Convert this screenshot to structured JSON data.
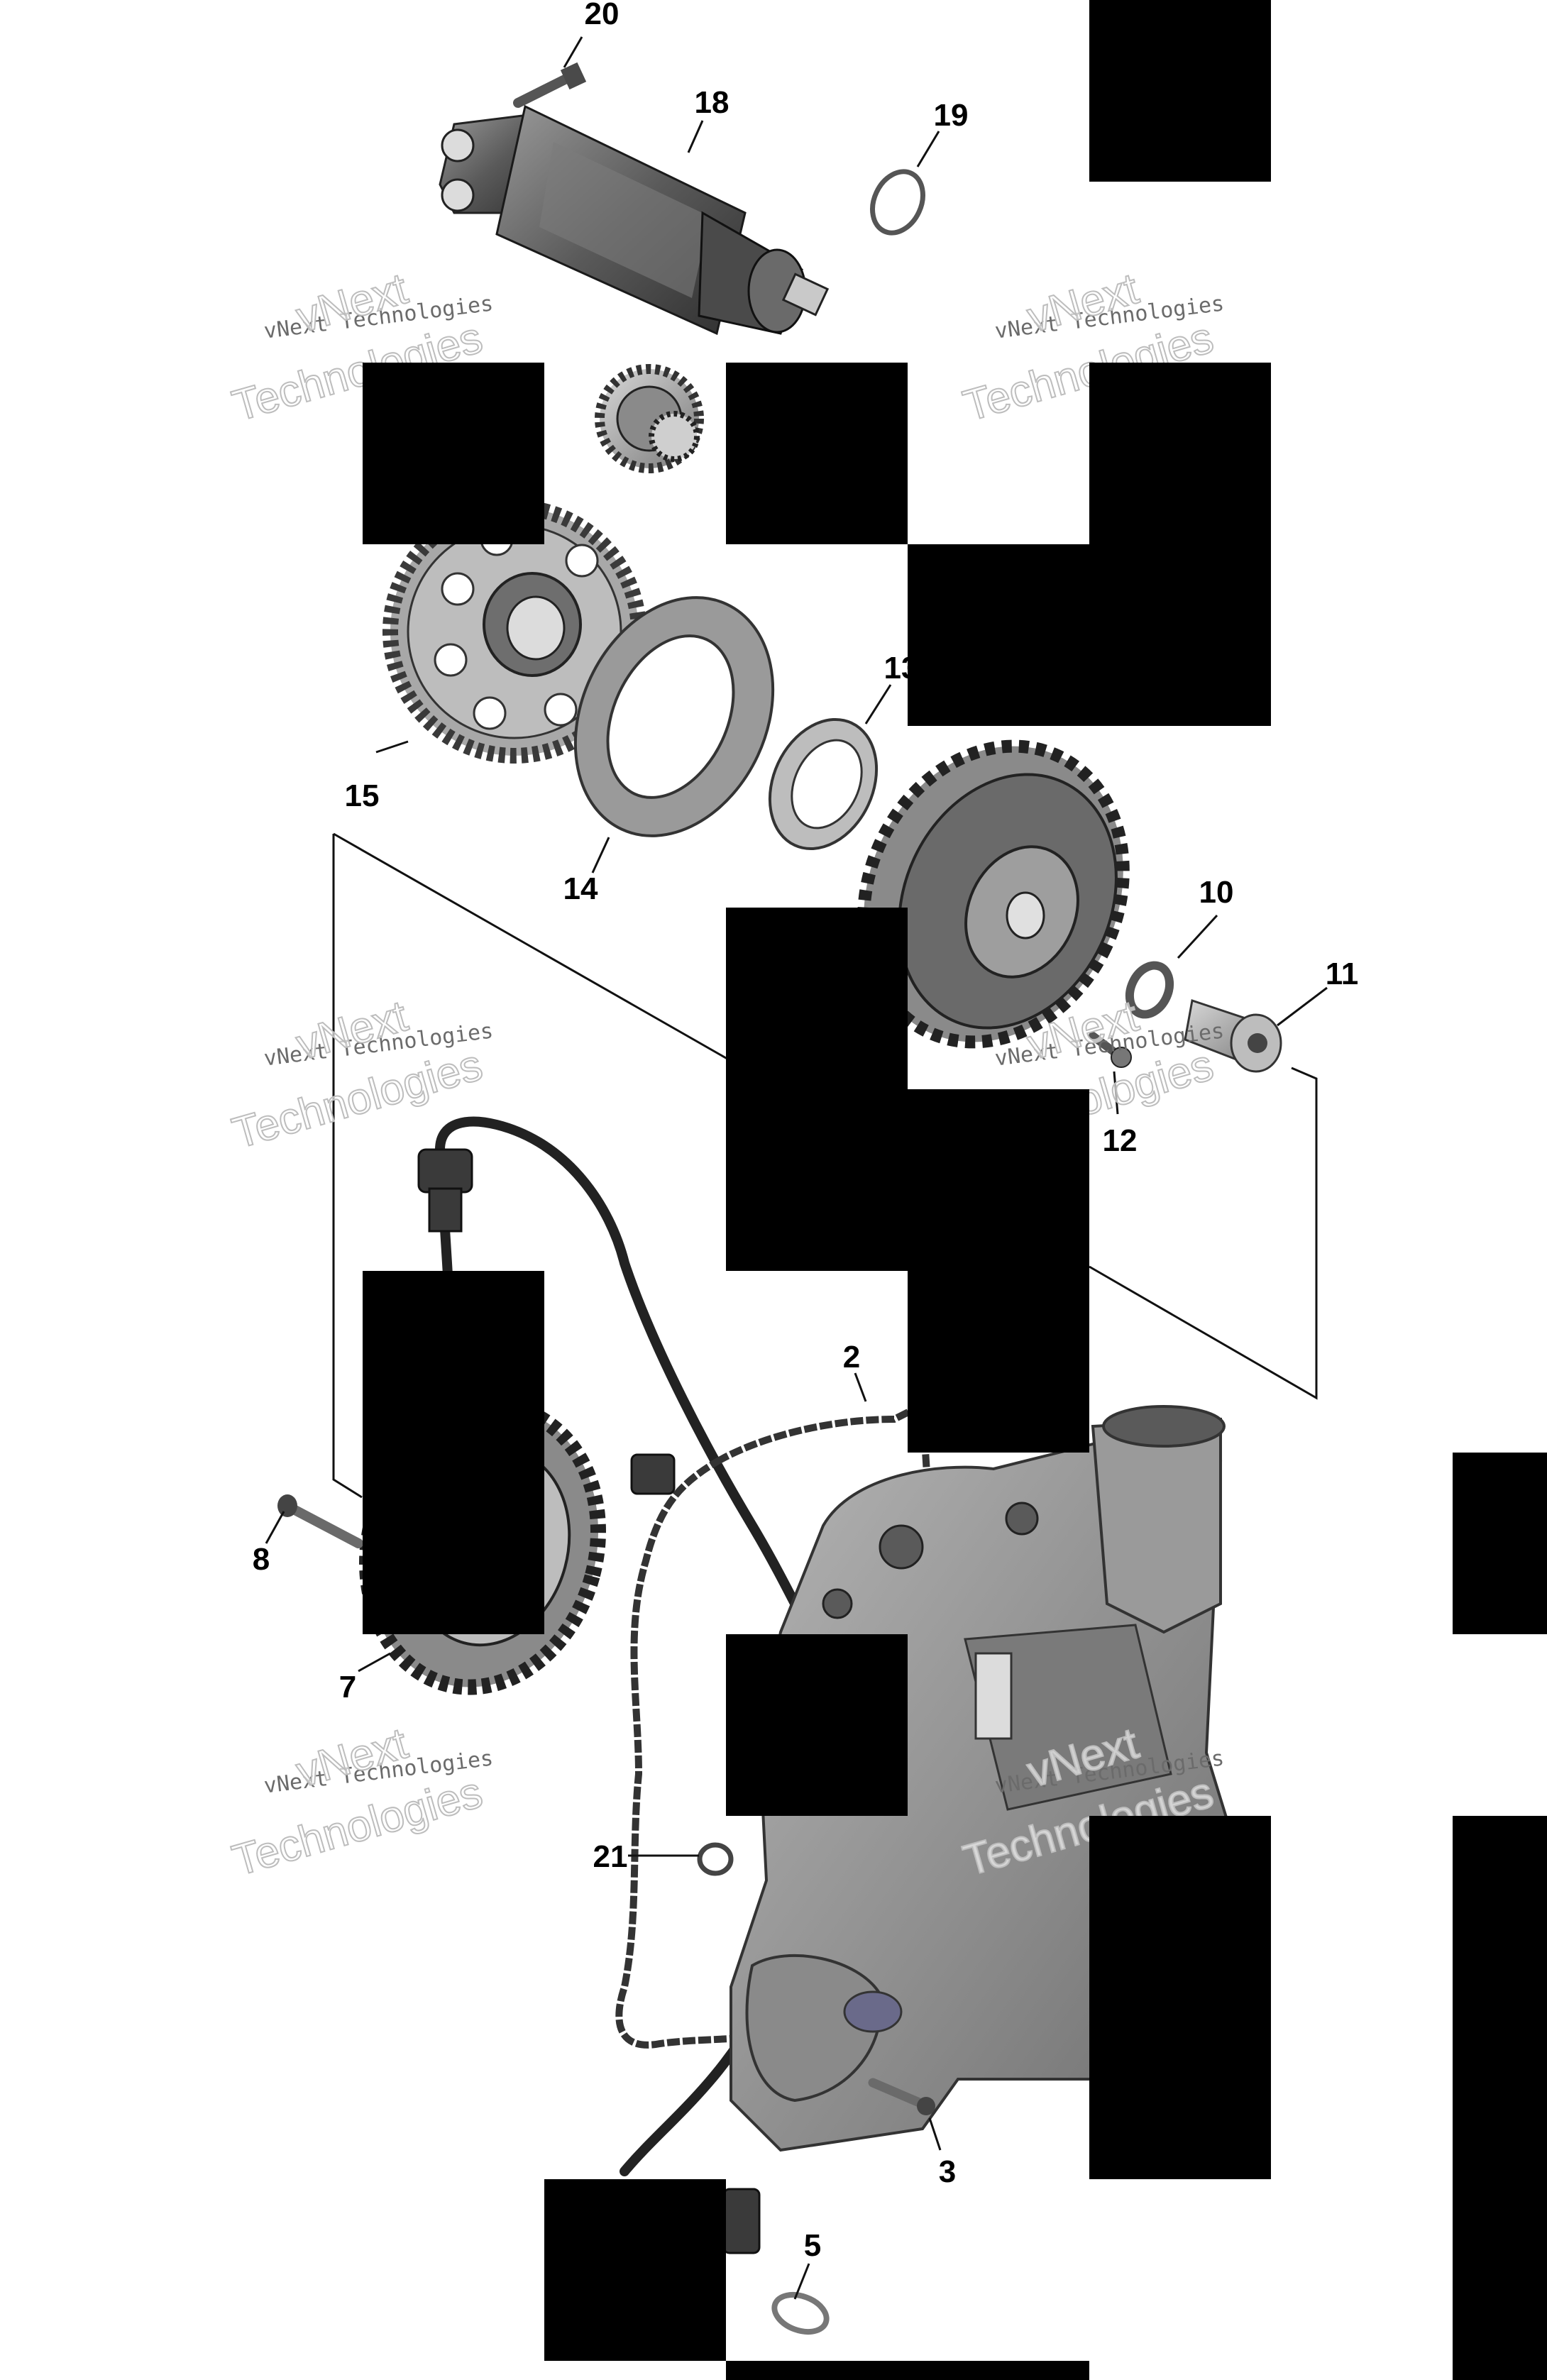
{
  "diagram": {
    "callouts": [
      "20",
      "18",
      "19",
      "13",
      "15",
      "14",
      "10",
      "11",
      "12",
      "2",
      "8",
      "7",
      "21",
      "3",
      "5"
    ],
    "watermark": {
      "small": "vNext Technologies",
      "large_top": "vNext",
      "large_bottom": "Technologies"
    }
  }
}
